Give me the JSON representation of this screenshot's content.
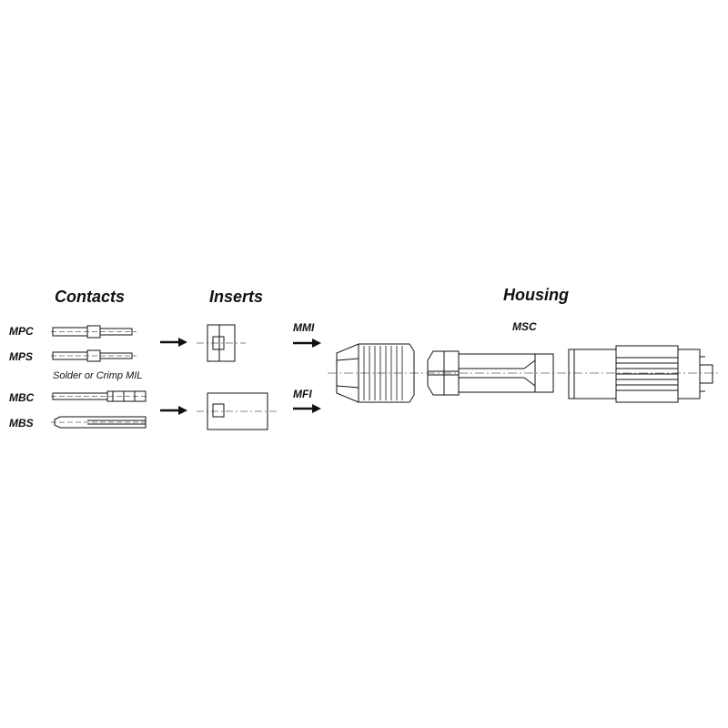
{
  "headings": {
    "contacts": "Contacts",
    "inserts": "Inserts",
    "housing": "Housing"
  },
  "contacts": [
    {
      "code": "MPC"
    },
    {
      "code": "MPS"
    },
    {
      "code": "MBC"
    },
    {
      "code": "MBS"
    }
  ],
  "contacts_note": "Solder or Crimp MIL",
  "inserts": [
    {
      "code": "MMI"
    },
    {
      "code": "MFI"
    }
  ],
  "housing_part": "MSC",
  "colors": {
    "line": "#111111",
    "background": "#ffffff"
  }
}
